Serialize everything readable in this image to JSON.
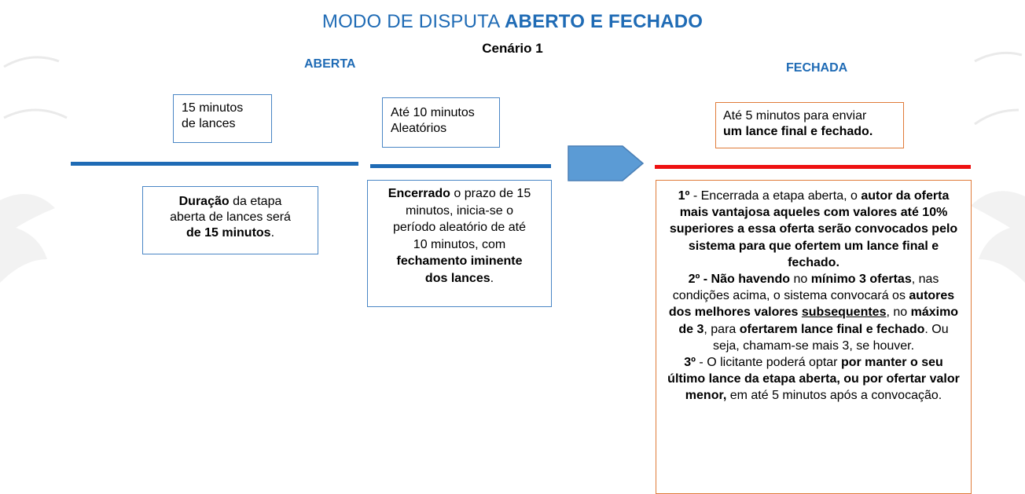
{
  "title": {
    "normal": "MODO DE DISPUTA ",
    "bold": "ABERTO E FECHADO"
  },
  "scenario": "Cenário 1",
  "phases": {
    "open": "ABERTA",
    "closed": "FECHADA"
  },
  "top_boxes": {
    "open_15": [
      "15 minutos",
      "de lances"
    ],
    "random_10": [
      "Até 10 minutos",
      "Aleatórios"
    ],
    "closed_5": {
      "line1": "Até 5 minutos para enviar",
      "line2": "um lance final e fechado."
    }
  },
  "desc_open": {
    "b1": "Duração",
    "t1": " da etapa",
    "t2": "aberta de lances será",
    "b2": "de 15 minutos",
    "t3": "."
  },
  "desc_random": {
    "b1": "Encerrado",
    "t1": " o prazo de 15",
    "t2": "minutos, inicia-se o",
    "t3": "período aleatório de até",
    "t4": "10 minutos, com",
    "b2": "fechamento iminente",
    "b3": "dos lances",
    "t5": "."
  },
  "desc_closed": {
    "p1_b0": "1º",
    "p1_t0": " - Encerrada a etapa aberta, o ",
    "p1_b1": "autor da oferta mais vantajosa aqueles com valores até 10% superiores a essa oferta serão convocados pelo sistema para que ofertem um lance final e fechado.",
    "p2_b0": "2º - Não havendo",
    "p2_t0": " no ",
    "p2_b1": "mínimo 3 ofertas",
    "p2_t1": ", nas condições acima, o sistema convocará os ",
    "p2_b2": "autores dos melhores valores",
    "p2_bu": "subsequentes",
    "p2_t2": ", no ",
    "p2_b3": "máximo de 3",
    "p2_t3": ", para ",
    "p2_b4": "ofertarem lance final e fechado",
    "p2_t4": ". Ou seja, chamam-se mais 3, se houver.",
    "p3_b0": "3º",
    "p3_t0": " - O licitante poderá optar ",
    "p3_b1": "por manter o seu último lance da etapa aberta, ou por ofertar valor menor,",
    "p3_t1": " em até 5 minutos após a convocação."
  },
  "colors": {
    "blue": "#1f6bb5",
    "arrow": "#5b9bd5",
    "red": "#ee1111",
    "orange": "#e07b39"
  },
  "icons": [
    "next-arrow-icon"
  ]
}
